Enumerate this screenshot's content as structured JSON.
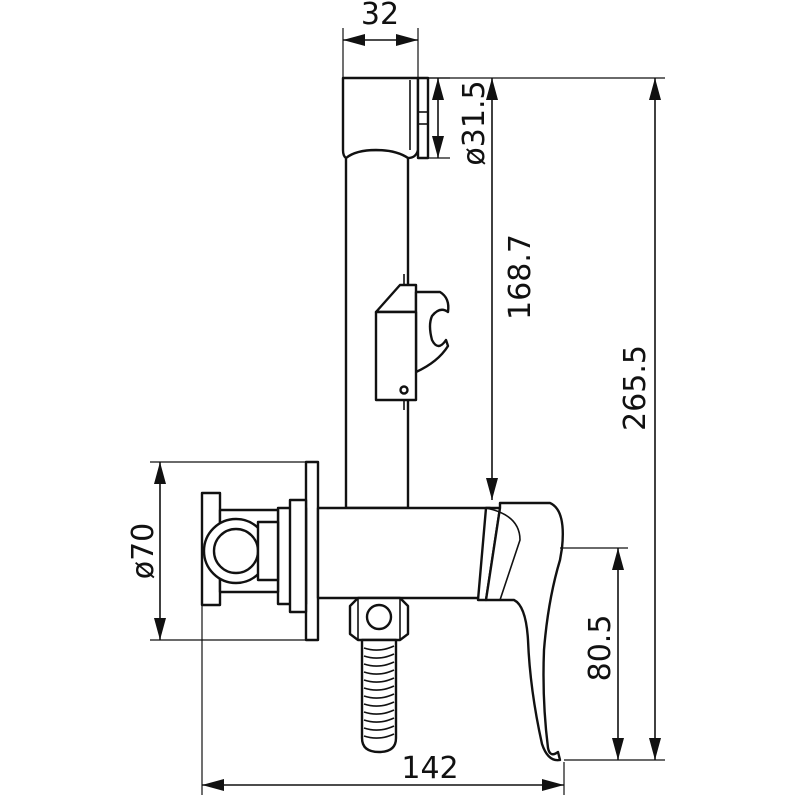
{
  "dimensions": {
    "width_top": "32",
    "holder_diameter": "ø31.5",
    "holder_height": "168.7",
    "total_height": "265.5",
    "flange_diameter": "ø70",
    "outlet_height": "80.5",
    "total_depth": "142"
  },
  "colors": {
    "line": "#111111",
    "background": "#ffffff"
  }
}
